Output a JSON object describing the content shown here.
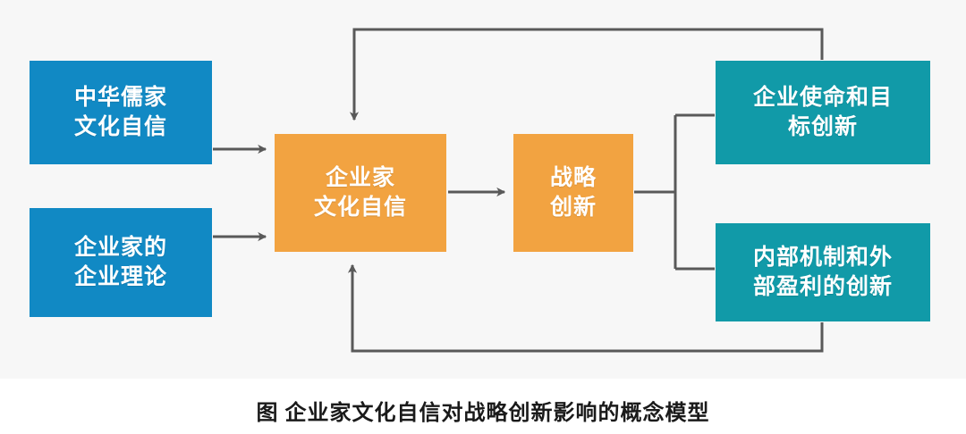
{
  "figure": {
    "caption": "图 企业家文化自信对战略创新影响的概念模型",
    "background_color": "#f7f7f7",
    "connector_color": "#595959"
  },
  "palette": {
    "blue": "#1189C4",
    "orange": "#F2A341",
    "teal": "#119AA8",
    "text": "#ffffff",
    "connector": "#595959"
  },
  "nodes": {
    "confucian_culture": {
      "line1": "中华儒家",
      "line2": "文化自信",
      "color_key": "blue"
    },
    "entrepreneur_theory": {
      "line1": "企业家的",
      "line2": "企业理论",
      "color_key": "blue"
    },
    "entrepreneur_cultural_confidence": {
      "line1": "企业家",
      "line2": "文化自信",
      "color_key": "orange"
    },
    "strategic_innovation": {
      "line1": "战略",
      "line2": "创新",
      "color_key": "orange"
    },
    "mission_goal_innovation": {
      "line1": "企业使命和目",
      "line2": "标创新",
      "color_key": "teal"
    },
    "mechanism_profit_innovation": {
      "line1": "内部机制和外",
      "line2": "部盈利的创新",
      "color_key": "teal"
    }
  },
  "connectors": [
    {
      "name": "confucian-to-cultural-confidence",
      "from": "confucian_culture",
      "to": "entrepreneur_cultural_confidence",
      "style": "arrow"
    },
    {
      "name": "theory-to-cultural-confidence",
      "from": "entrepreneur_theory",
      "to": "entrepreneur_cultural_confidence",
      "style": "arrow"
    },
    {
      "name": "cultural-confidence-to-strategic-innovation",
      "from": "entrepreneur_cultural_confidence",
      "to": "strategic_innovation",
      "style": "arrow"
    },
    {
      "name": "strategic-innovation-fork",
      "from": "strategic_innovation",
      "to": "mission_goal_innovation, mechanism_profit_innovation",
      "style": "bracket"
    },
    {
      "name": "mission-goal-feedback-loop",
      "from": "mission_goal_innovation",
      "to": "entrepreneur_cultural_confidence",
      "style": "arrow-elbow-top"
    },
    {
      "name": "mechanism-profit-feedback-loop",
      "from": "mechanism_profit_innovation",
      "to": "entrepreneur_cultural_confidence",
      "style": "arrow-elbow-bottom"
    }
  ]
}
